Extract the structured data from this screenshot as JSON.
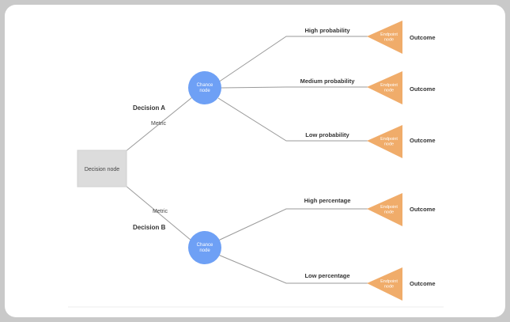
{
  "decision_node": {
    "label": "Decision node"
  },
  "decisions": [
    {
      "label": "Decision A",
      "metric": "Metric",
      "chance_label": "Chance node"
    },
    {
      "label": "Decision B",
      "metric": "Metric",
      "chance_label": "Chance node"
    }
  ],
  "branches": [
    {
      "label": "High probability",
      "endpoint": "Endpoint node",
      "outcome": "Outcome"
    },
    {
      "label": "Medium probability",
      "endpoint": "Endpoint node",
      "outcome": "Outcome"
    },
    {
      "label": "Low probability",
      "endpoint": "Endpoint node",
      "outcome": "Outcome"
    },
    {
      "label": "High percentage",
      "endpoint": "Endpoint node",
      "outcome": "Outcome"
    },
    {
      "label": "Low percentage",
      "endpoint": "Endpoint node",
      "outcome": "Outcome"
    }
  ],
  "colors": {
    "decision_fill": "#dcdcdc",
    "chance_fill": "#6ea0f5",
    "endpoint_fill": "#f0ac6a",
    "line": "#9a9a9a"
  }
}
